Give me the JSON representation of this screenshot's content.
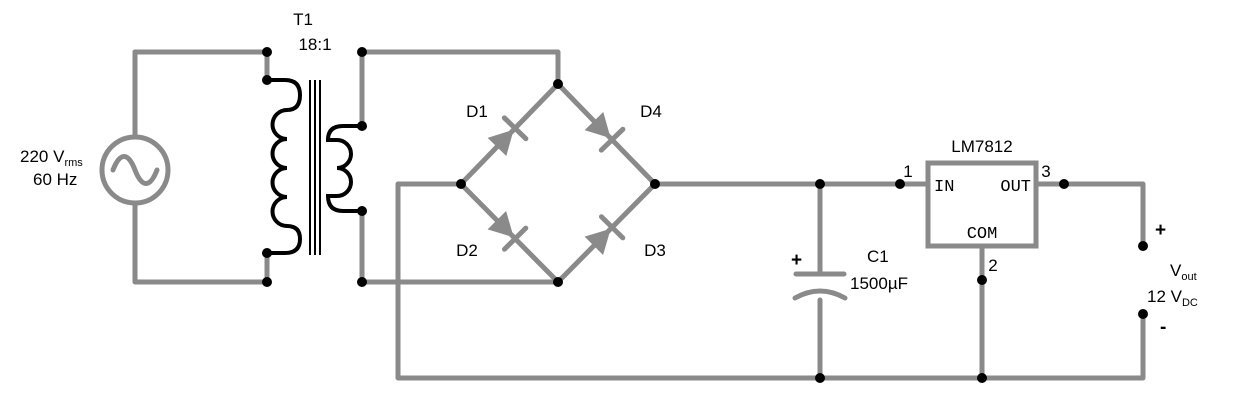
{
  "source": {
    "voltage": "220 V",
    "voltage_sub": "rms",
    "frequency": "60 Hz"
  },
  "transformer": {
    "name": "T1",
    "ratio": "18:1"
  },
  "diodes": {
    "d1": "D1",
    "d2": "D2",
    "d3": "D3",
    "d4": "D4"
  },
  "capacitor": {
    "name": "C1",
    "value": "1500µF",
    "polarity": "+"
  },
  "regulator": {
    "name": "LM7812",
    "pin_in": "IN",
    "pin_out": "OUT",
    "pin_com": "COM",
    "pin1": "1",
    "pin2": "2",
    "pin3": "3"
  },
  "output": {
    "plus": "+",
    "minus": "-",
    "label": "V",
    "label_sub": "out",
    "voltage": "12 V",
    "voltage_sub": "DC"
  },
  "colors": {
    "wire": "#8a8a8a",
    "coil": "#000000",
    "node": "#000000"
  }
}
